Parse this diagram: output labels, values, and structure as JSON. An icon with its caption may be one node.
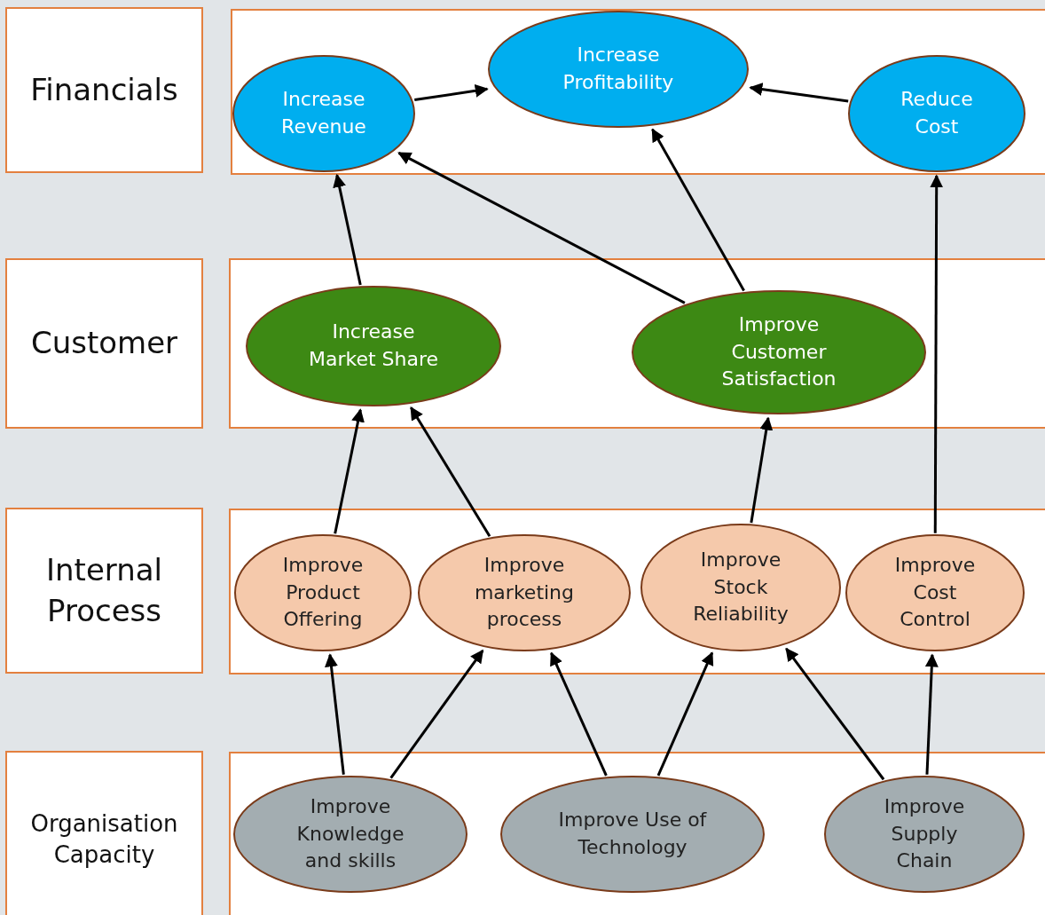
{
  "diagram": {
    "nodes": [
      {
        "text": [
          "Financials"
        ]
      },
      {
        "text": [],
        "shape": "box"
      },
      {
        "text": [
          "Increase Revenue"
        ],
        "in": 1
      },
      {
        "text": [
          "Increase Profitability"
        ],
        "in": 1
      },
      {
        "text": [
          "Reduce Cost"
        ],
        "in": 1
      },
      {
        "text": [
          "Customer"
        ]
      },
      {
        "text": [],
        "shape": "box"
      },
      {
        "text": [
          "Increase Market Share"
        ],
        "in": 6
      },
      {
        "text": [
          "Improve Customer Satisfaction"
        ],
        "in": 6
      },
      {
        "text": [
          "Internal Process"
        ]
      },
      {
        "text": [],
        "shape": "box"
      },
      {
        "text": [
          "Improve Product Offering"
        ],
        "in": 10
      },
      {
        "text": [
          "Improve marketing process"
        ],
        "in": 10
      },
      {
        "text": [
          "Improve Stock Reliability"
        ],
        "in": 10
      },
      {
        "text": [
          "Improve Cost Control"
        ],
        "in": 10
      },
      {
        "text": [
          "Organisation Capacity"
        ]
      },
      {
        "text": [],
        "shape": "box"
      },
      {
        "text": [
          "Improve Knowledge and skills"
        ],
        "in": 16
      },
      {
        "text": [
          "Improve Use of Technology"
        ],
        "in": 16
      },
      {
        "text": [
          "Improve Supply Chain"
        ],
        "in": 16
      }
    ],
    "edges": [
      {
        "from": 2,
        "to": 3,
        "arrow": "to"
      },
      {
        "from": 4,
        "to": 3,
        "arrow": "to"
      },
      {
        "from": 7,
        "to": 2,
        "arrow": "to"
      },
      {
        "from": 8,
        "to": 2,
        "arrow": "to"
      },
      {
        "from": 8,
        "to": 3,
        "arrow": "to"
      },
      {
        "from": 14,
        "to": 4,
        "arrow": "to"
      },
      {
        "from": 11,
        "to": 7,
        "arrow": "to"
      },
      {
        "from": 12,
        "to": 7,
        "arrow": "to"
      },
      {
        "from": 13,
        "to": 8,
        "arrow": "to"
      },
      {
        "from": 17,
        "to": 11,
        "arrow": "to"
      },
      {
        "from": 17,
        "to": 12,
        "arrow": "to"
      },
      {
        "from": 18,
        "to": 12,
        "arrow": "to"
      },
      {
        "from": 18,
        "to": 13,
        "arrow": "to"
      },
      {
        "from": 19,
        "to": 13,
        "arrow": "to"
      },
      {
        "from": 19,
        "to": 14,
        "arrow": "to"
      }
    ]
  }
}
